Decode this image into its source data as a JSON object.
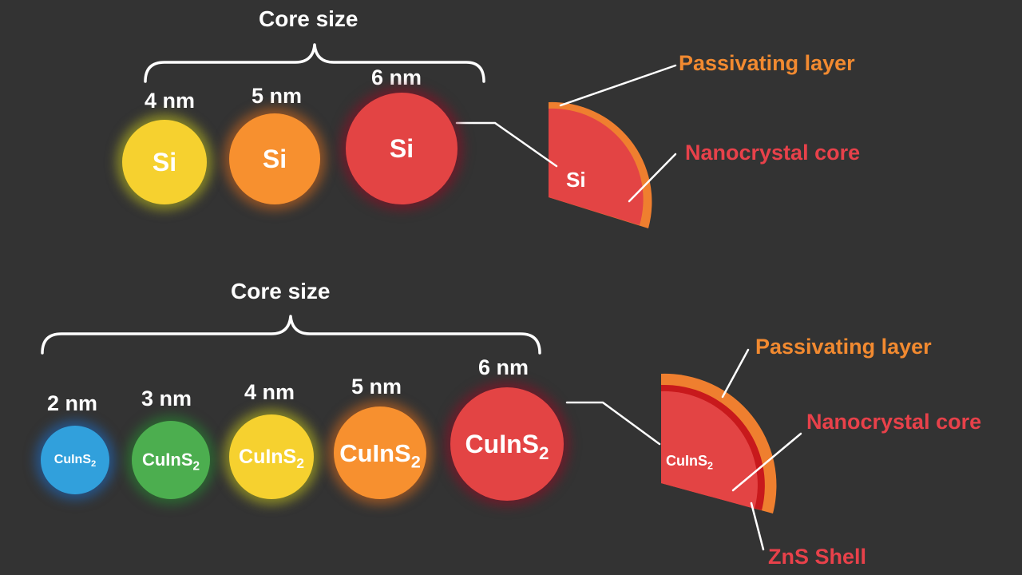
{
  "colors": {
    "background": "#333333",
    "red": "#e34444",
    "orange": "#f7902f",
    "yellow": "#f6d12f",
    "green": "#4cae4f",
    "blue": "#31a0dc",
    "passivating": "#ef7f2f",
    "znsShell": "#c8191c",
    "callout_orange": "#f28a30",
    "callout_red": "#e8414a"
  },
  "top": {
    "title": "Core size",
    "particles": [
      {
        "size": "4 nm",
        "label": "Si",
        "color": "yellow"
      },
      {
        "size": "5 nm",
        "label": "Si",
        "color": "orange"
      },
      {
        "size": "6 nm",
        "label": "Si",
        "color": "red"
      }
    ],
    "slice_label": "Si",
    "callouts": {
      "passivating": "Passivating layer",
      "core": "Nanocrystal core"
    }
  },
  "bottom": {
    "title": "Core size",
    "particles": [
      {
        "size": "2 nm",
        "label_main": "CuInS",
        "label_sub": "2",
        "color": "blue"
      },
      {
        "size": "3 nm",
        "label_main": "CuInS",
        "label_sub": "2",
        "color": "green"
      },
      {
        "size": "4 nm",
        "label_main": "CuInS",
        "label_sub": "2",
        "color": "yellow"
      },
      {
        "size": "5 nm",
        "label_main": "CuInS",
        "label_sub": "2",
        "color": "orange"
      },
      {
        "size": "6 nm",
        "label_main": "CuInS",
        "label_sub": "2",
        "color": "red"
      }
    ],
    "slice_label_main": "CuInS",
    "slice_label_sub": "2",
    "callouts": {
      "passivating": "Passivating layer",
      "core": "Nanocrystal core",
      "shell": "ZnS Shell"
    }
  }
}
